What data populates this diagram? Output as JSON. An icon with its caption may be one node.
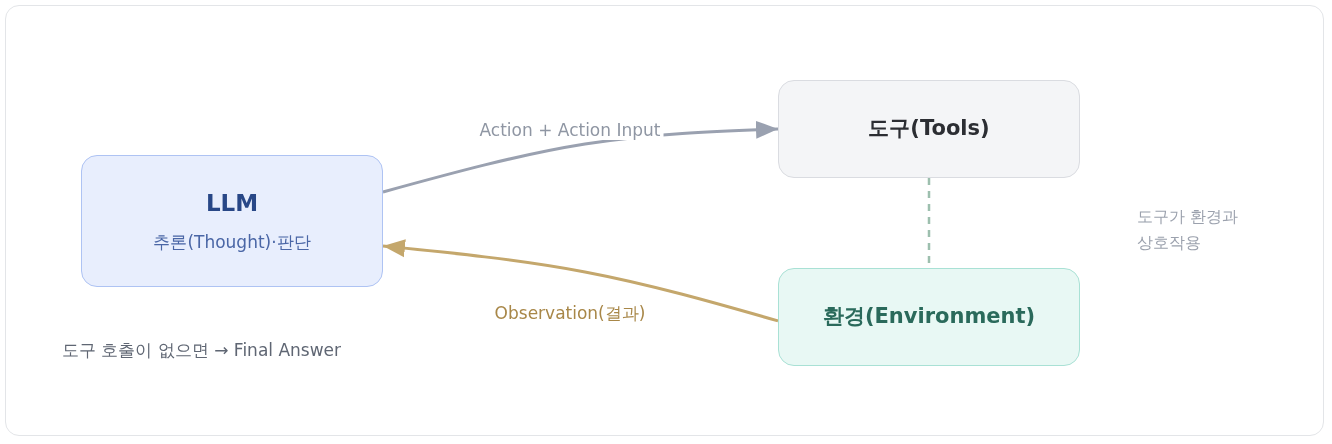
{
  "diagram": {
    "nodes": [
      {
        "text": [
          "LLM",
          "추론(Thought)·판단"
        ]
      },
      {
        "text": [
          "도구(Tools)"
        ]
      },
      {
        "text": [
          "환경(Environment)"
        ]
      }
    ],
    "edges": [
      {
        "from": 0,
        "to": 1,
        "arrow": "to",
        "label": "Action + Action Input",
        "color": "#9aa1b0"
      },
      {
        "from": 2,
        "to": 0,
        "arrow": "to",
        "label": "Observation(결과)",
        "color": "#c4a76c"
      },
      {
        "from": 1,
        "to": 2,
        "arrow": "none",
        "style": "dashed",
        "color": "#9dbfae"
      }
    ],
    "labels": [
      "도구가 환경과 상호작용",
      "도구 호출이 없으면 → Final Answer"
    ]
  }
}
